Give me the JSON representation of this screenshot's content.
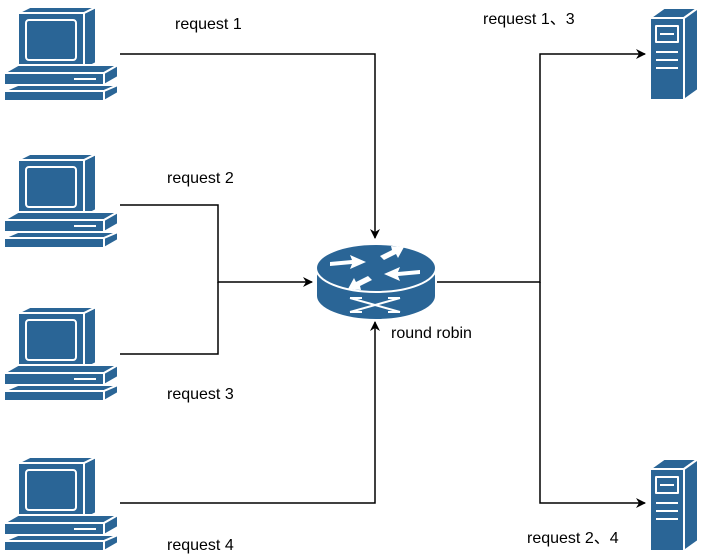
{
  "colors": {
    "device_fill": "#2a6596",
    "device_stroke": "#ffffff",
    "line": "#000000",
    "background": "#ffffff"
  },
  "nodes": {
    "clients": [
      {
        "icon": "desktop-computer-icon"
      },
      {
        "icon": "desktop-computer-icon"
      },
      {
        "icon": "desktop-computer-icon"
      },
      {
        "icon": "desktop-computer-icon"
      }
    ],
    "router": {
      "icon": "router-icon",
      "label": "round robin"
    },
    "servers": [
      {
        "icon": "server-tower-icon"
      },
      {
        "icon": "server-tower-icon"
      }
    ]
  },
  "edge_labels": {
    "req1": "request 1",
    "req2": "request 2",
    "req3": "request 3",
    "req4": "request 4",
    "server1": "request 1、3",
    "server2": "request 2、4"
  }
}
